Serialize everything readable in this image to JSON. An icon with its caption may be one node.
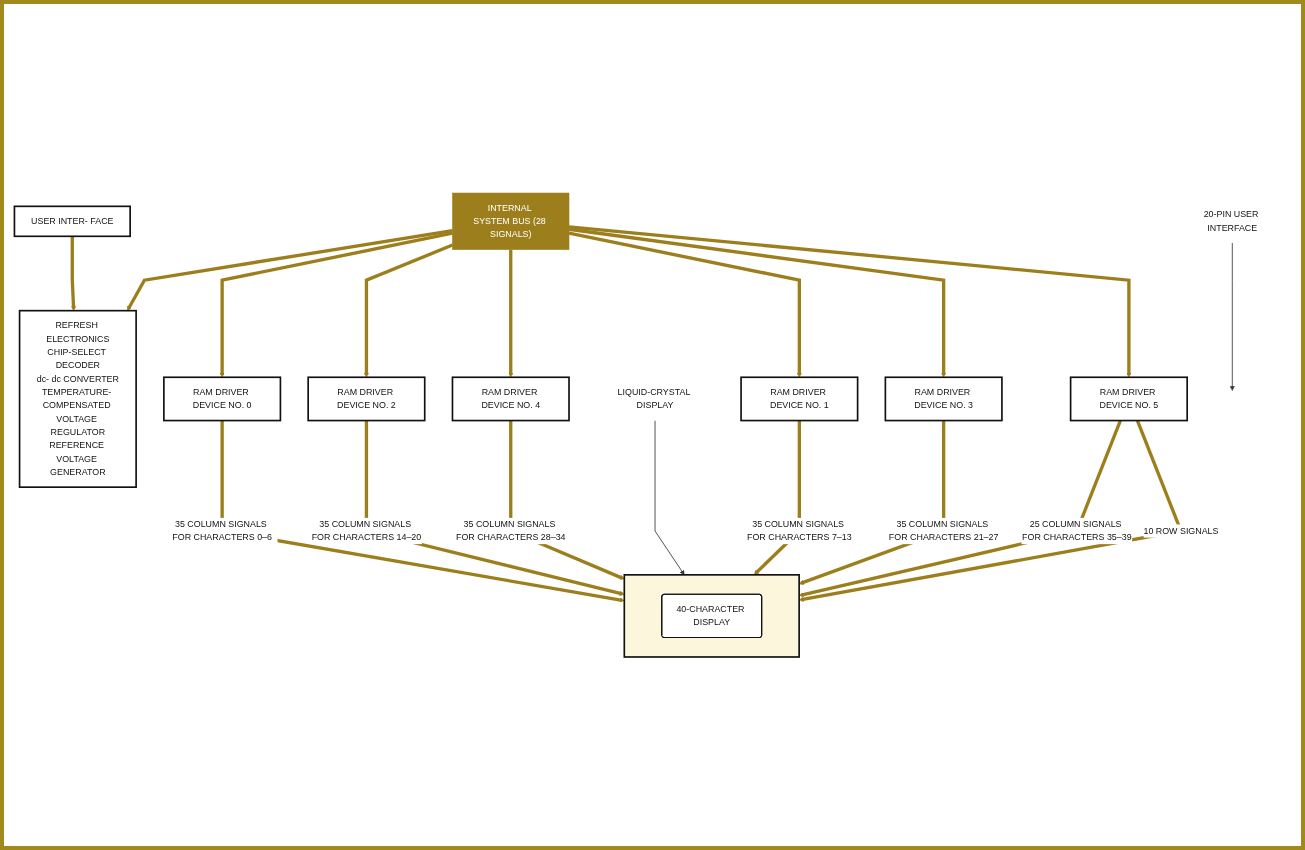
{
  "diagram": {
    "nodes": [
      {
        "text": [
          "20-PIN USER INTERFACE"
        ]
      },
      {
        "text": [
          "USER INTER- FACE"
        ]
      },
      {
        "text": [
          "REFRESH ELECTRONICS",
          "CHIP-SELECT DECODER",
          "dc- dc CONVERTER",
          "TEMPERATURE- COMPENSATED VOLTAGE REGULATOR",
          "REFERENCE VOLTAGE GENERATOR"
        ]
      },
      {
        "text": [
          "INTERNAL SYSTEM BUS (28 SIGNALS)"
        ]
      },
      {
        "text": [
          "RAM DRIVER DEVICE NO. 0"
        ]
      },
      {
        "text": [
          "RAM DRIVER DEVICE NO. 2"
        ]
      },
      {
        "text": [
          "RAM DRIVER DEVICE NO. 4"
        ]
      },
      {
        "text": [
          "LIQUID-CRYSTAL DISPLAY"
        ]
      },
      {
        "text": [],
        "shape": "box"
      },
      {
        "text": [
          "40-CHARACTER DISPLAY"
        ],
        "in": 8
      },
      {
        "text": [
          "RAM DRIVER DEVICE NO. 1"
        ]
      },
      {
        "text": [
          "RAM DRIVER DEVICE NO. 3"
        ]
      },
      {
        "text": [
          "RAM DRIVER DEVICE NO. 5"
        ]
      }
    ],
    "edges": [
      {
        "from": 0,
        "to": null,
        "arrow": "to",
        "color": "#333333"
      },
      {
        "from": 1,
        "to": 2,
        "arrow": "to"
      },
      {
        "from": 3,
        "to": 2,
        "arrow": "to"
      },
      {
        "from": 3,
        "to": 4,
        "arrow": "to"
      },
      {
        "from": 3,
        "to": 5,
        "arrow": "to"
      },
      {
        "from": 3,
        "to": 6,
        "arrow": "to"
      },
      {
        "from": 4,
        "to": 8,
        "arrow": "to",
        "label": "35 COLUMN SIGNALS FOR CHARACTERS 0–6"
      },
      {
        "from": 5,
        "to": 8,
        "arrow": "to",
        "label": "35 COLUMN SIGNALS FOR CHARACTERS 14–20"
      },
      {
        "from": 6,
        "to": 8,
        "arrow": "to",
        "label": "35 COLUMN SIGNALS FOR CHARACTERS 28–34"
      },
      {
        "from": 7,
        "to": 8,
        "arrow": "to",
        "color": "#333333"
      },
      {
        "from": 10,
        "to": 8,
        "arrow": "to",
        "label": "35 COLUMN SIGNALS FOR CHARACTERS 7–13"
      },
      {
        "from": 11,
        "to": 8,
        "arrow": "to",
        "label": "35 COLUMN SIGNALS FOR CHARACTERS 21–27"
      },
      {
        "from": 12,
        "to": 8,
        "arrow": "to",
        "label": "25 COLUMN SIGNALS FOR CHARACTERS 35–39"
      },
      {
        "from": 12,
        "to": 8,
        "arrow": "to",
        "label": "10 ROW SIGNALS"
      },
      {
        "from": 3,
        "to": 10,
        "arrow": "to"
      },
      {
        "from": 3,
        "to": 11,
        "arrow": "to"
      },
      {
        "from": 3,
        "to": 12,
        "arrow": "to"
      }
    ]
  }
}
